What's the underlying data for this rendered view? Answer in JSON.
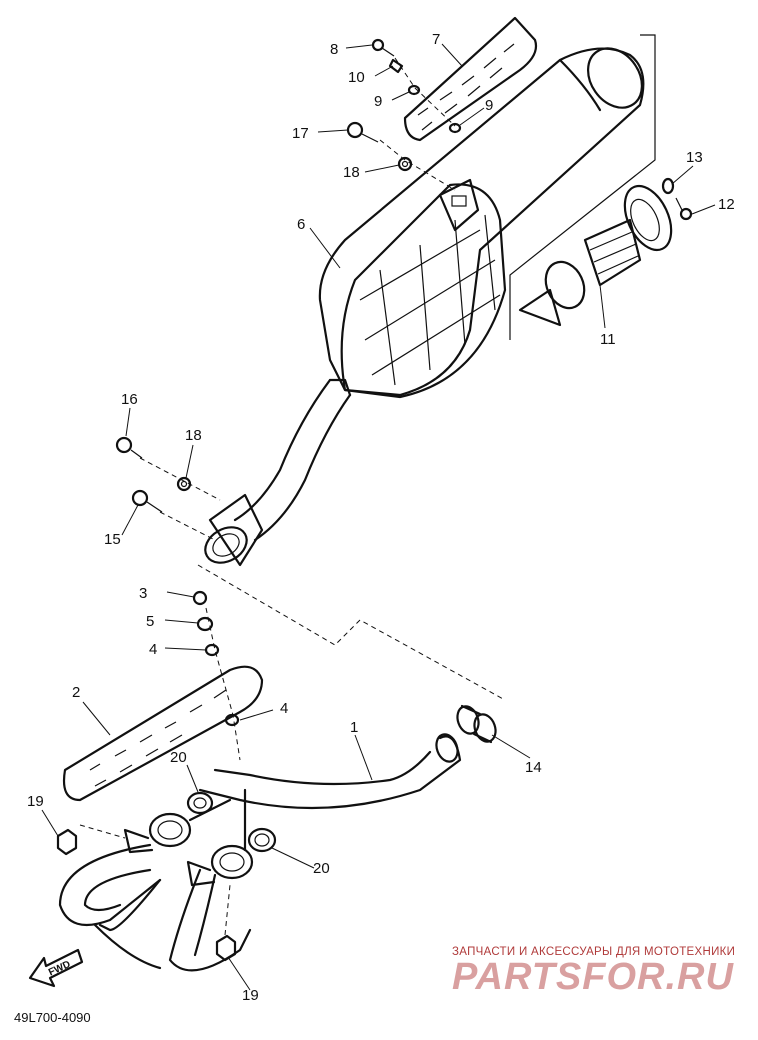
{
  "diagram": {
    "drawing_code": "49L700-4090",
    "fwd_label": "FWD",
    "watermark": {
      "caption": "ЗАПЧАСТИ И АКСЕССУАРЫ ДЛЯ МОТОТЕХНИКИ",
      "logo_text": "PARTSFOR.RU"
    },
    "callouts": {
      "c1": "1",
      "c2": "2",
      "c3": "3",
      "c4a": "4",
      "c4b": "4",
      "c5": "5",
      "c6": "6",
      "c7": "7",
      "c8": "8",
      "c9a": "9",
      "c9b": "9",
      "c10": "10",
      "c11": "11",
      "c12": "12",
      "c13": "13",
      "c14": "14",
      "c15": "15",
      "c16": "16",
      "c17": "17",
      "c18a": "18",
      "c18b": "18",
      "c19a": "19",
      "c19b": "19",
      "c20a": "20",
      "c20b": "20"
    }
  }
}
